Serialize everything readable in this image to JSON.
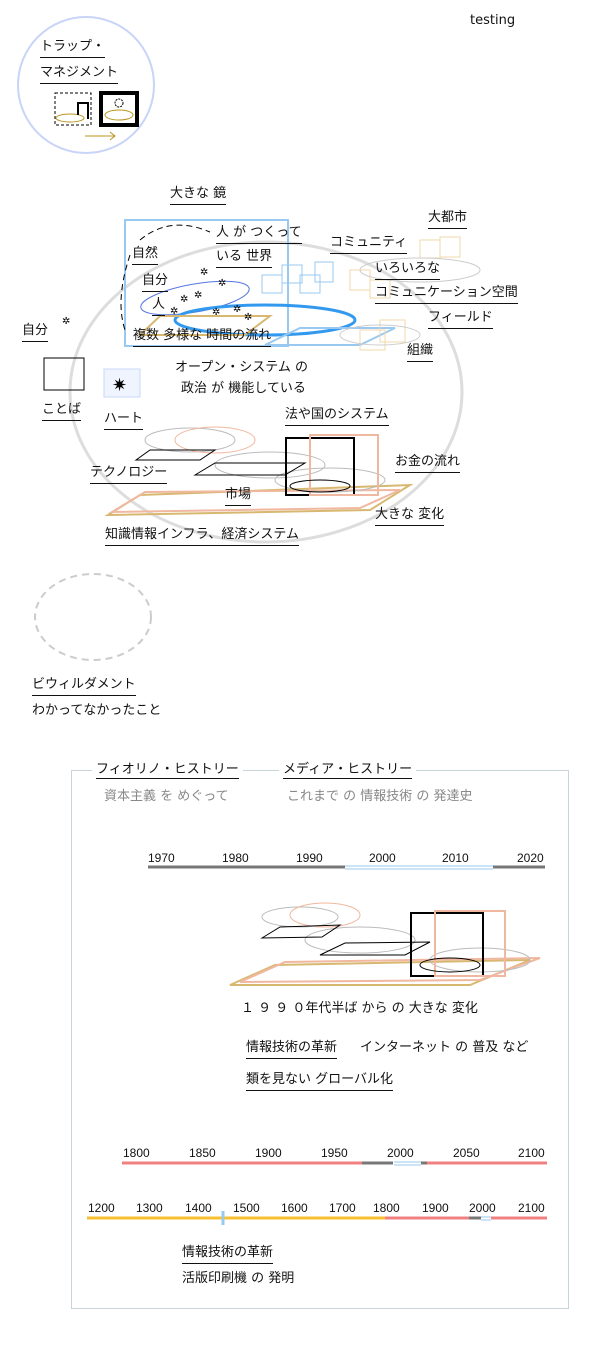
{
  "header": {
    "testing": "testing"
  },
  "trap": {
    "line1": "トラップ・",
    "line2": "マネジメント"
  },
  "diagram": {
    "mirror": "大きな 鏡",
    "world1": "人 が つくって",
    "world2": "いる 世界",
    "nature": "自然",
    "self_inner": "自分",
    "person": "人",
    "time": "複数 多様な 時間の流れ",
    "metropolis": "大都市",
    "community": "コミュニティ",
    "comm1": "いろいろな",
    "comm2": "コミュニケーション空間",
    "field": "フィールド",
    "organization": "組織",
    "self": "自分",
    "words": "ことば",
    "heart": "ハート",
    "open1": "オープン・システム の",
    "open2": "政治 が 機能している",
    "law": "法や国のシステム",
    "money": "お金の流れ",
    "technology": "テクノロジー",
    "market": "市場",
    "big_change": "大きな 変化",
    "infra": "知識情報インフラ、経済システム"
  },
  "bewilder": {
    "title": "ビウィルダメント",
    "subtitle": "わかってなかったこと"
  },
  "history": {
    "fiorino_title": "フィオリノ・ヒストリー",
    "fiorino_sub": "資本主義 を めぐって",
    "media_title": "メディア・ヒストリー",
    "media_sub": "これまで の 情報技術 の 発達史",
    "timeline1": [
      "1970",
      "1980",
      "1990",
      "2000",
      "2010",
      "2020"
    ],
    "change": "１ ９ ９ ０年代半ば から の 大きな 変化",
    "innovation": "情報技術の革新",
    "internet": "インターネット の 普及 など",
    "global": "類を見ない グローバル化",
    "timeline2": [
      "1800",
      "1850",
      "1900",
      "1950",
      "2000",
      "2050",
      "2100"
    ],
    "timeline3": [
      "1200",
      "1300",
      "1400",
      "1500",
      "1600",
      "1700",
      "1800",
      "1900",
      "2000",
      "2100"
    ],
    "innovation2": "情報技術の革新",
    "printing": "活版印刷機 の 発明"
  },
  "colors": {
    "blue": "#99c8f0",
    "gold": "#d8b870",
    "salmon": "#f0b8a0",
    "red": "#f08080",
    "yellow": "#f8c030",
    "gray": "#777777"
  }
}
